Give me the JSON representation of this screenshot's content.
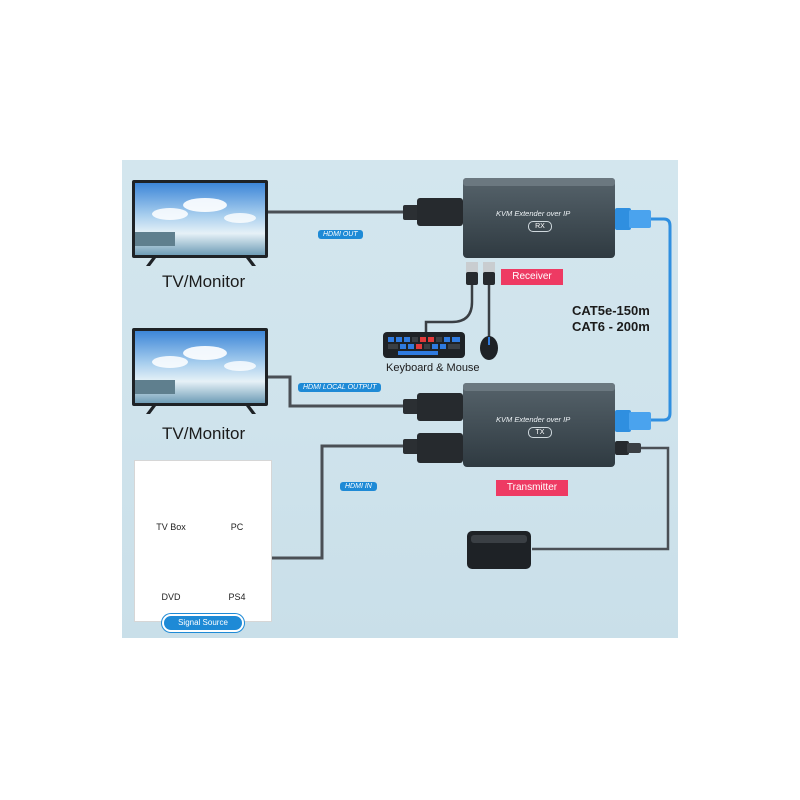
{
  "monitors": [
    {
      "label": "TV/Monitor"
    },
    {
      "label": "TV/Monitor"
    }
  ],
  "receiver": {
    "title": "KVM Extender over IP",
    "badge": "RX",
    "role_label": "Receiver"
  },
  "transmitter": {
    "title": "KVM Extender over IP",
    "badge": "TX",
    "role_label": "Transmitter"
  },
  "cables": {
    "hdmi_out": "HDMI OUT",
    "hdmi_local_output": "HDMI LOCAL OUTPUT",
    "hdmi_in": "HDMI IN",
    "cat5e": "CAT5e-150m",
    "cat6": "CAT6 - 200m"
  },
  "peripherals": {
    "label": "Keyboard & Mouse"
  },
  "signal_source": {
    "title": "Signal Source",
    "devices": [
      {
        "label": "TV Box",
        "icon": "tv-box-icon"
      },
      {
        "label": "PC",
        "icon": "pc-tower-icon"
      },
      {
        "label": "DVD",
        "icon": "dvd-player-icon"
      },
      {
        "label": "PS4",
        "icon": "ps4-console-icon"
      }
    ]
  },
  "colors": {
    "background": "#cfe3ec",
    "extender_body": "#3e4a52",
    "accent_blue": "#1e8ad6",
    "accent_red": "#ee3a63",
    "cable_gray": "#4a4f55",
    "ethernet_blue": "#2f8fe0"
  }
}
